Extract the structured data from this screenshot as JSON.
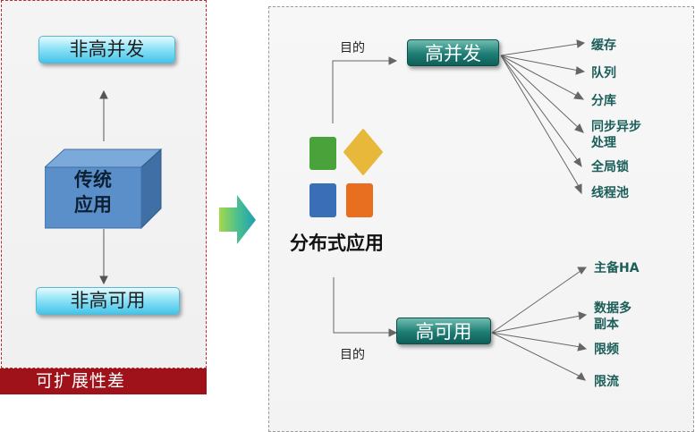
{
  "left": {
    "top_button": "非高并发",
    "center_box_line1": "传统",
    "center_box_line2": "应用",
    "bottom_button": "非高可用",
    "banner": "可扩展性差"
  },
  "right": {
    "center_label": "分布式应用",
    "purpose_label_top": "目的",
    "purpose_label_bottom": "目的",
    "high_concurrency": {
      "label": "高并发",
      "items": [
        "缓存",
        "队列",
        "分库",
        "同步异步\n处理",
        "全局锁",
        "线程池"
      ]
    },
    "high_availability": {
      "label": "高可用",
      "items": [
        "主备HA",
        "数据多\n副本",
        "限频",
        "限流"
      ]
    }
  },
  "colors": {
    "banner": "#a0121a",
    "teal": "#1e7d74",
    "cyan": "#45c4e8",
    "logo_green": "#4aa33a",
    "logo_yellow": "#e8b83a",
    "logo_blue": "#3a6fb8",
    "logo_orange": "#e86f1f"
  }
}
